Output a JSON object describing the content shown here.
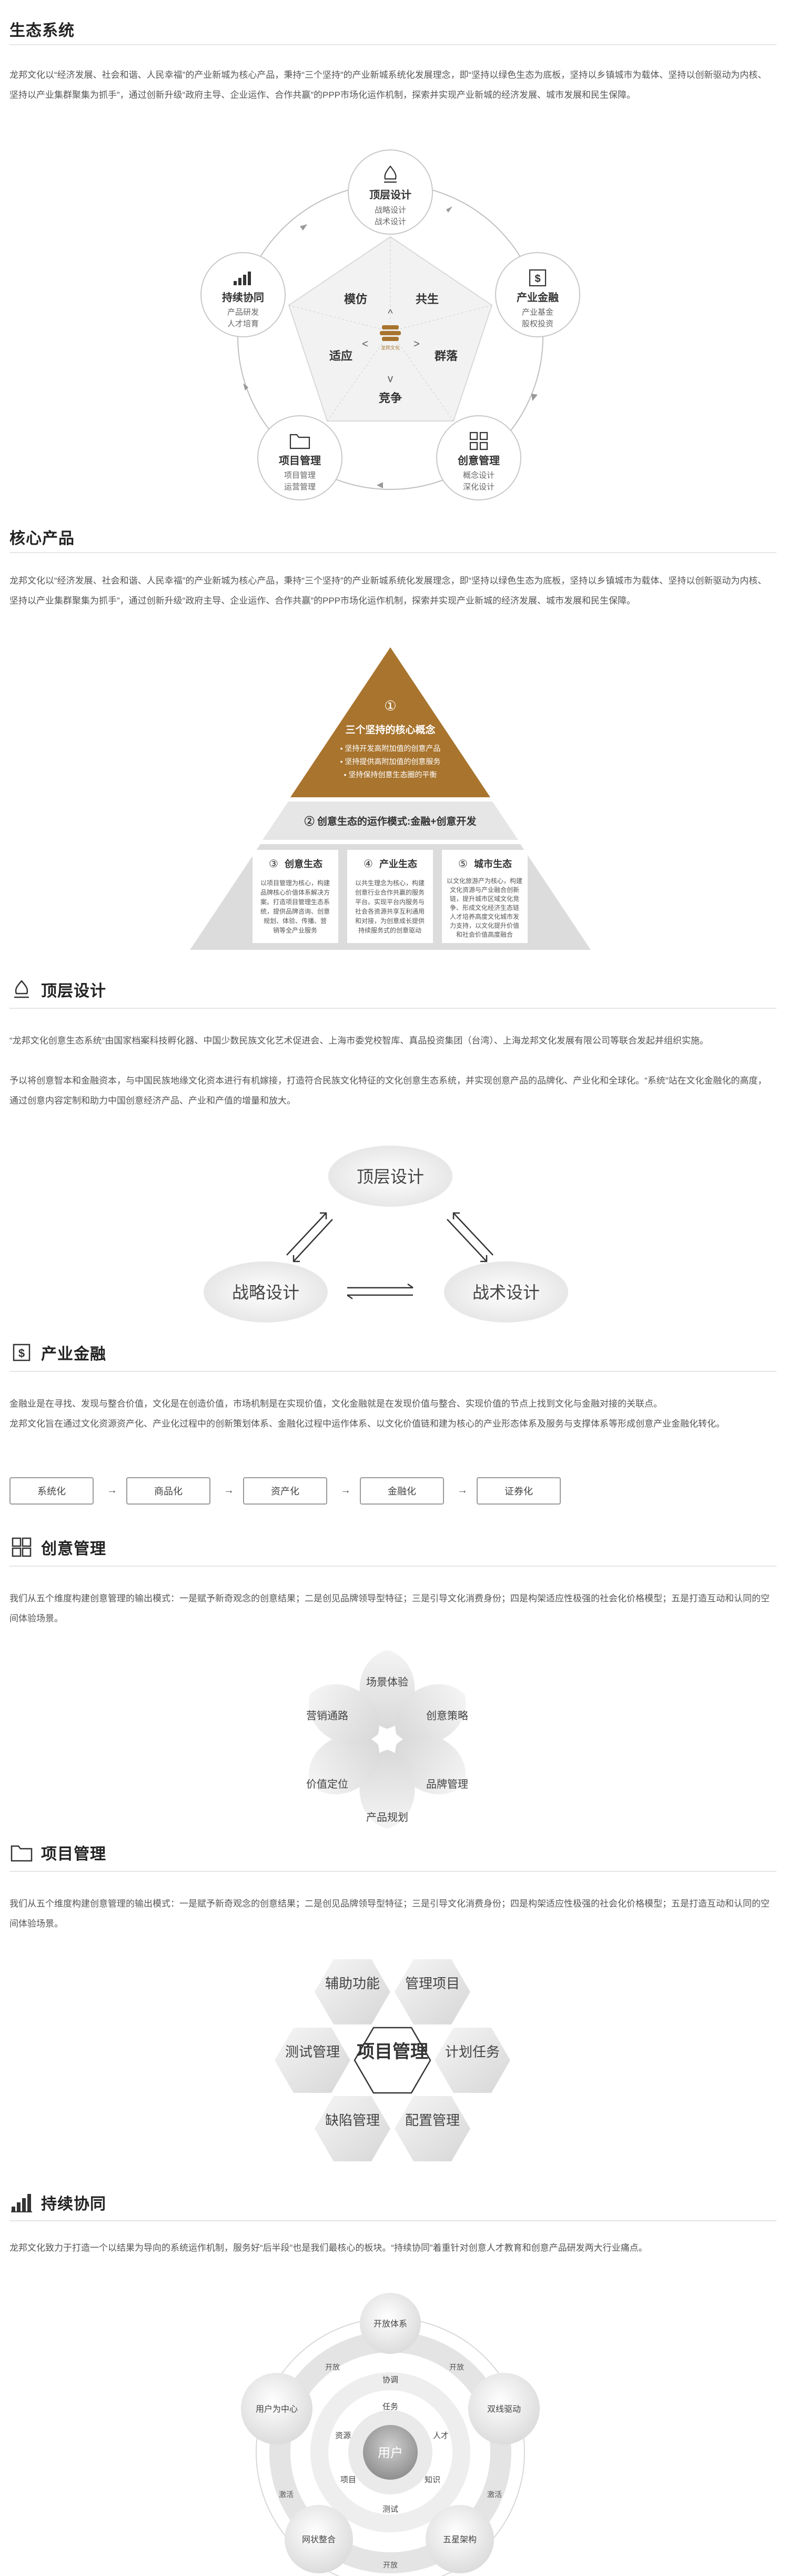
{
  "eco": {
    "title": "生态系统",
    "para": "龙邦文化以“经济发展、社会和谐、人民幸福”的产业新城为核心产品，秉持“三个坚持”的产业新城系统化发展理念，即“坚持以绿色生态为底板，坚持以乡镇城市为载体、坚持以创新驱动为内核、坚持以产业集群聚集为抓手”，通过创新升级“政府主导、企业运作、合作共赢”的PPP市场化运作机制，探索并实现产业新城的经济发展、城市发展和民生保障。",
    "nodes": [
      {
        "label": "顶层设计",
        "sub1": "战略设计",
        "sub2": "战术设计",
        "icon": "flame-icon"
      },
      {
        "label": "产业金融",
        "sub1": "产业基金",
        "sub2": "股权投资",
        "icon": "dollar-icon"
      },
      {
        "label": "创意管理",
        "sub1": "概念设计",
        "sub2": "深化设计",
        "icon": "grid-icon"
      },
      {
        "label": "项目管理",
        "sub1": "项目管理",
        "sub2": "运营管理",
        "icon": "folder-icon"
      },
      {
        "label": "持续协同",
        "sub1": "产品研发",
        "sub2": "人才培育",
        "icon": "bars-icon"
      }
    ],
    "center": {
      "t1": "模仿",
      "t2": "共生",
      "t3": "适应",
      "t4": "群落",
      "t5": "竞争",
      "logo": "龙邦文化"
    }
  },
  "core": {
    "title": "核心产品",
    "para": "龙邦文化以“经济发展、社会和谐、人民幸福”的产业新城为核心产品，秉持“三个坚持”的产业新城系统化发展理念，即“坚持以绿色生态为底板，坚持以乡镇城市为载体、坚持以创新驱动为内核、坚持以产业集群聚集为抓手”，通过创新升级“政府主导、企业运作、合作共赢”的PPP市场化运作机制，探索并实现产业新城的经济发展、城市发展和民生保障。",
    "top_num": "①",
    "top_title": "三个坚持的核心概念",
    "top_items": [
      "• 坚持开发高附加值的创意产品",
      "• 坚持提供高附加值的创意服务",
      "• 坚持保持创意生态圈的平衡"
    ],
    "mid": "② 创意生态的运作模式:金融+创意开发",
    "bottom": [
      {
        "num": "③",
        "title": "创意生态",
        "text": [
          "以项目管理为核心，构建",
          "品牌核心价值体系解决方",
          "案。打造项目管理生态系",
          "统，提供品牌咨询、创意",
          "规划、体验、传播、营",
          "销等全产业服务"
        ]
      },
      {
        "num": "④",
        "title": "产业生态",
        "text": [
          "以共生理念为核心，构建",
          "创意行业合作共赢的服务",
          "平台。实现平台内服务与",
          "社会各资源共享互利通用",
          "和对接，为创意成长提供",
          "持续服务式的创意驱动"
        ]
      },
      {
        "num": "⑤",
        "title": "城市生态",
        "text": [
          "以文化旅游产为核心，构建",
          "文化资源与产业融合创新",
          "链，提升城市区域文化竞",
          "争、形成文化经济生态链",
          "人才培养高度文化城市发",
          "力支持，以文化提升价值",
          "和社会价值高度融合"
        ]
      }
    ]
  },
  "top": {
    "title": "顶层设计",
    "para1": "“龙邦文化创意生态系统”由国家档案科技孵化器、中国少数民族文化艺术促进会、上海市委党校智库、真品投资集团（台湾）、上海龙邦文化发展有限公司等联合发起并组织实施。",
    "para2": "予以将创意智本和金融资本，与中国民族地缘文化资本进行有机嫁接，打造符合民族文化特征的文化创意生态系统，并实现创意产品的品牌化、产业化和全球化。“系统”站在文化金融化的高度，通过创意内容定制和助力中国创意经济产品、产业和产值的增量和放大。",
    "nodes": [
      "顶层设计",
      "战略设计",
      "战术设计"
    ]
  },
  "fin": {
    "title": "产业金融",
    "para1": "金融业是在寻找、发现与整合价值，文化是在创造价值，市场机制是在实现价值，文化金融就是在发现价值与整合、实现价值的节点上找到文化与金融对接的关联点。",
    "para2": "龙邦文化旨在通过文化资源资产化、产业化过程中的创新策划体系、金融化过程中运作体系、以文化价值链和建为核心的产业形态体系及服务与支撑体系等形成创意产业金融化转化。",
    "steps": [
      "系统化",
      "商品化",
      "资产化",
      "金融化",
      "证券化"
    ],
    "arrow": "→"
  },
  "crea": {
    "title": "创意管理",
    "para": "我们从五个维度构建创意管理的输出模式：一是赋予新奇观念的创意结果；二是创见品牌领导型特征；三是引导文化消费身份；四是构架适应性极强的社会化价格模型；五是打造互动和认同的空间体验场景。",
    "petals": [
      "场景体验",
      "创意策略",
      "品牌管理",
      "产品规划",
      "价值定位",
      "营销通路"
    ]
  },
  "proj": {
    "title": "项目管理",
    "para": "我们从五个维度构建创意管理的输出模式：一是赋予新奇观念的创意结果；二是创见品牌领导型特征；三是引导文化消费身份；四是构架适应性极强的社会化价格模型；五是打造互动和认同的空间体验场景。",
    "center": "项目管理",
    "hexes": [
      "辅助功能",
      "管理项目",
      "计划任务",
      "配置管理",
      "缺陷管理",
      "测试管理"
    ]
  },
  "sync": {
    "title": "持续协同",
    "para": "龙邦文化致力于打造一个以结果为导向的系统运作机制，服务好“后半段”也是我们最核心的板块。“持续协同”着重针对创意人才教育和创意产品研发两大行业痛点。",
    "center": "用户",
    "outer": [
      "开放体系",
      "双线驱动",
      "五星架构",
      "网状整合",
      "用户为中心"
    ],
    "ring_labels": [
      "开放",
      "开放",
      "激活",
      "开放",
      "激活"
    ],
    "mid": [
      "协调",
      "任务",
      "人才",
      "知识",
      "项目",
      "资源",
      "测试"
    ]
  }
}
